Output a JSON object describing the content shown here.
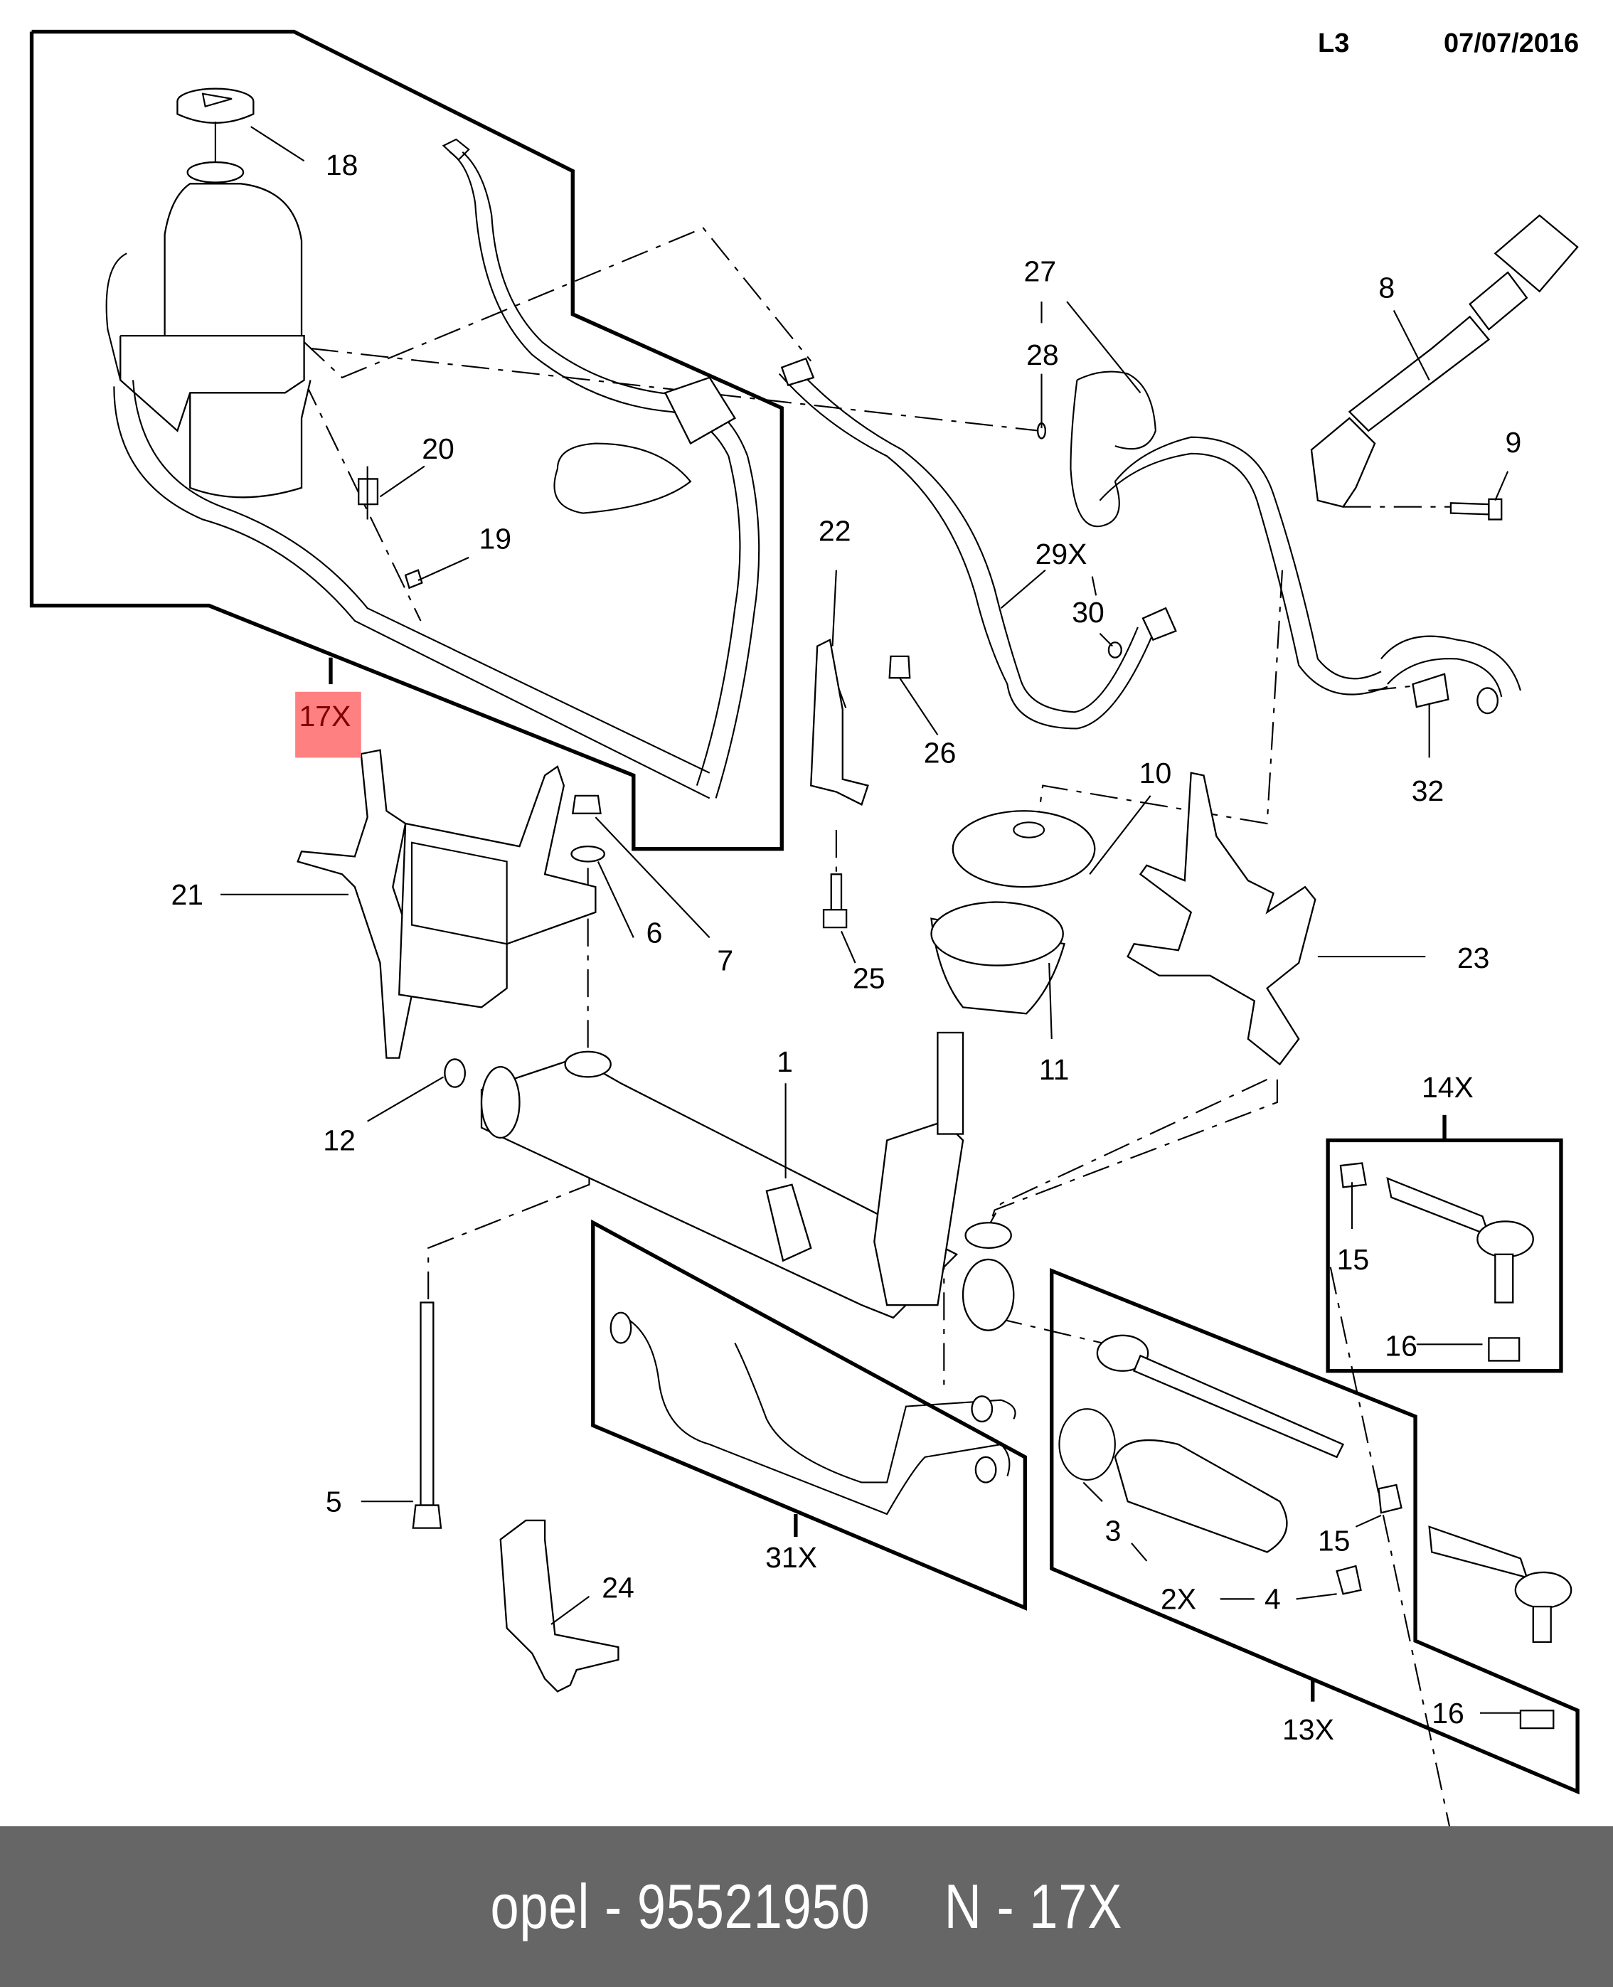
{
  "header": {
    "code": "L3",
    "date": "07/07/2016"
  },
  "footer": {
    "brand": "opel",
    "part_number": "95521950",
    "text": "opel - 95521950     N - 17X"
  },
  "highlight": {
    "callout": "17X",
    "box_color": "#ff8080",
    "text_color": "#800000"
  },
  "colors": {
    "line": "#000000",
    "background": "#ffffff",
    "footer_bg": "#666666",
    "footer_text": "#ffffff"
  },
  "callouts": [
    {
      "id": "18",
      "label": "18",
      "highlighted": false
    },
    {
      "id": "20",
      "label": "20",
      "highlighted": false
    },
    {
      "id": "19",
      "label": "19",
      "highlighted": false
    },
    {
      "id": "17X",
      "label": "17X",
      "highlighted": true
    },
    {
      "id": "21",
      "label": "21",
      "highlighted": false
    },
    {
      "id": "6",
      "label": "6",
      "highlighted": false
    },
    {
      "id": "7",
      "label": "7",
      "highlighted": false
    },
    {
      "id": "12",
      "label": "12",
      "highlighted": false
    },
    {
      "id": "5",
      "label": "5",
      "highlighted": false
    },
    {
      "id": "24",
      "label": "24",
      "highlighted": false
    },
    {
      "id": "31X",
      "label": "31X",
      "highlighted": false
    },
    {
      "id": "1",
      "label": "1",
      "highlighted": false
    },
    {
      "id": "22",
      "label": "22",
      "highlighted": false
    },
    {
      "id": "26",
      "label": "26",
      "highlighted": false
    },
    {
      "id": "25",
      "label": "25",
      "highlighted": false
    },
    {
      "id": "27",
      "label": "27",
      "highlighted": false
    },
    {
      "id": "28",
      "label": "28",
      "highlighted": false
    },
    {
      "id": "29X",
      "label": "29X",
      "highlighted": false
    },
    {
      "id": "30",
      "label": "30",
      "highlighted": false
    },
    {
      "id": "8",
      "label": "8",
      "highlighted": false
    },
    {
      "id": "9",
      "label": "9",
      "highlighted": false
    },
    {
      "id": "32",
      "label": "32",
      "highlighted": false
    },
    {
      "id": "10",
      "label": "10",
      "highlighted": false
    },
    {
      "id": "11",
      "label": "11",
      "highlighted": false
    },
    {
      "id": "23",
      "label": "23",
      "highlighted": false
    },
    {
      "id": "14X",
      "label": "14X",
      "highlighted": false
    },
    {
      "id": "15a",
      "label": "15",
      "highlighted": false
    },
    {
      "id": "16a",
      "label": "16",
      "highlighted": false
    },
    {
      "id": "3",
      "label": "3",
      "highlighted": false
    },
    {
      "id": "2X",
      "label": "2X",
      "highlighted": false
    },
    {
      "id": "4",
      "label": "4",
      "highlighted": false
    },
    {
      "id": "15b",
      "label": "15",
      "highlighted": false
    },
    {
      "id": "13X",
      "label": "13X",
      "highlighted": false
    },
    {
      "id": "16b",
      "label": "16",
      "highlighted": false
    }
  ]
}
